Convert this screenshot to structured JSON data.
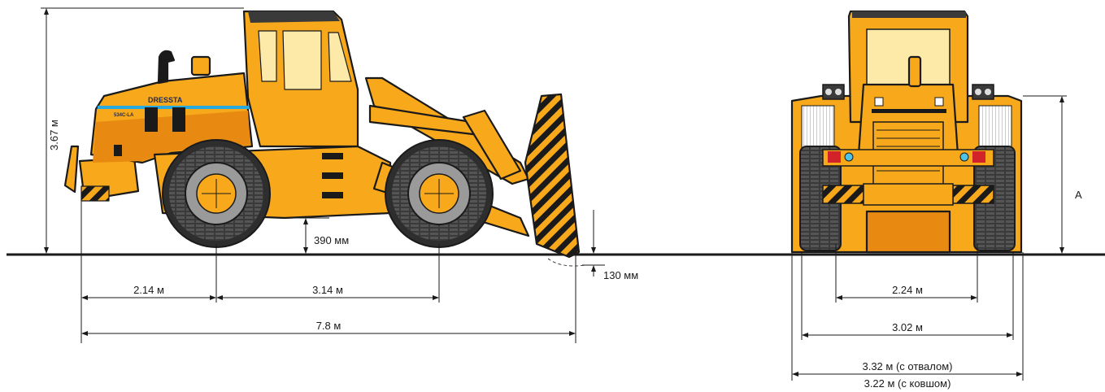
{
  "colors": {
    "body_orange": "#f7a81b",
    "body_shadow": "#e88a12",
    "hazard_stripe": "#1a1a1a",
    "tire": "#3a3a3a",
    "tire_tread": "#4c4c4c",
    "rim": "#9a9a9a",
    "hub": "#f7a81b",
    "glass": "#fde9a8",
    "brand_stripe": "#2aa9e0",
    "light_red": "#d2232a",
    "light_cyan": "#4fc3e6",
    "ground": "#1a1a1a",
    "dimension_line": "#1a1a1a"
  },
  "side_view": {
    "brand_label": "DRESSTA",
    "model_label": "534C-LA",
    "dimensions": {
      "height": "3.67 м",
      "ground_clearance": "390 мм",
      "dig_depth": "130 мм",
      "front_overhang": "2.14 м",
      "wheelbase": "3.14 м",
      "overall_length": "7.8 м"
    }
  },
  "front_view": {
    "dimensions": {
      "height_marker": "A",
      "track_width": "2.24 м",
      "body_width": "3.02 м",
      "width_with_blade": "3.32 м (с отвалом)",
      "width_with_bucket": "3.22 м (с ковшом)"
    }
  }
}
